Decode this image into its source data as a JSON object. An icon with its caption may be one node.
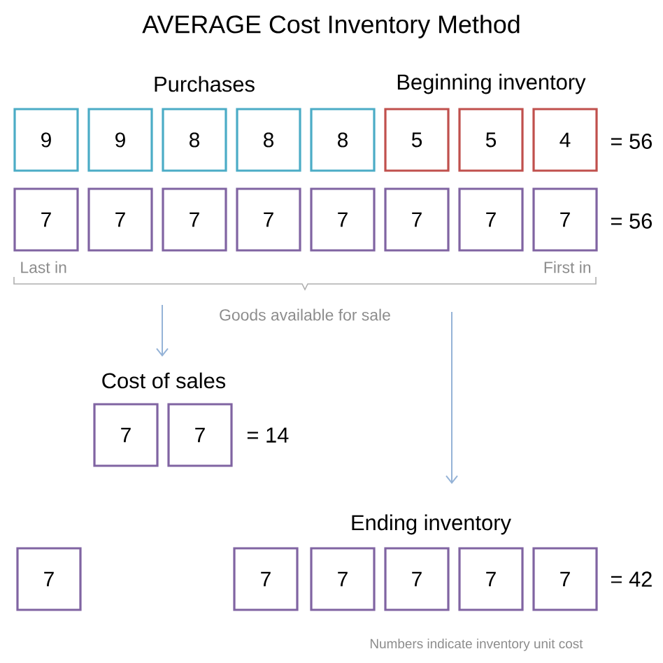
{
  "diagram": {
    "title": "AVERAGE Cost Inventory Method",
    "nodes": [
      {
        "text": [
          "9"
        ]
      },
      {
        "text": [
          "9"
        ]
      },
      {
        "text": [
          "8"
        ]
      },
      {
        "text": [
          "8"
        ]
      },
      {
        "text": [
          "8"
        ]
      },
      {
        "text": [
          "5"
        ]
      },
      {
        "text": [
          "5"
        ]
      },
      {
        "text": [
          "4"
        ]
      },
      {
        "text": [
          "7"
        ]
      },
      {
        "text": [
          "7"
        ]
      },
      {
        "text": [
          "7"
        ]
      },
      {
        "text": [
          "7"
        ]
      },
      {
        "text": [
          "7"
        ]
      },
      {
        "text": [
          "7"
        ]
      },
      {
        "text": [
          "7"
        ]
      },
      {
        "text": [
          "7"
        ]
      },
      {
        "text": [
          "Cost of sales"
        ]
      },
      {
        "text": [
          "7"
        ]
      },
      {
        "text": [
          "7"
        ]
      },
      {
        "text": [
          "Ending inventory"
        ]
      },
      {
        "text": [
          "7"
        ]
      },
      {
        "text": [
          "7"
        ]
      },
      {
        "text": [
          "7"
        ]
      },
      {
        "text": [
          "7"
        ]
      },
      {
        "text": [
          "7"
        ]
      },
      {
        "text": [
          "7"
        ]
      }
    ],
    "edges": [
      {
        "from": null,
        "to": 16,
        "arrow": "to"
      },
      {
        "from": null,
        "to": 19,
        "arrow": "to"
      }
    ],
    "labels": [
      "Purchases",
      "Beginning inventory",
      "= 56",
      "= 56",
      "Last in",
      "First in",
      "Goods available for sale",
      "= 14",
      "= 42",
      "Numbers indicate inventory unit cost"
    ]
  }
}
